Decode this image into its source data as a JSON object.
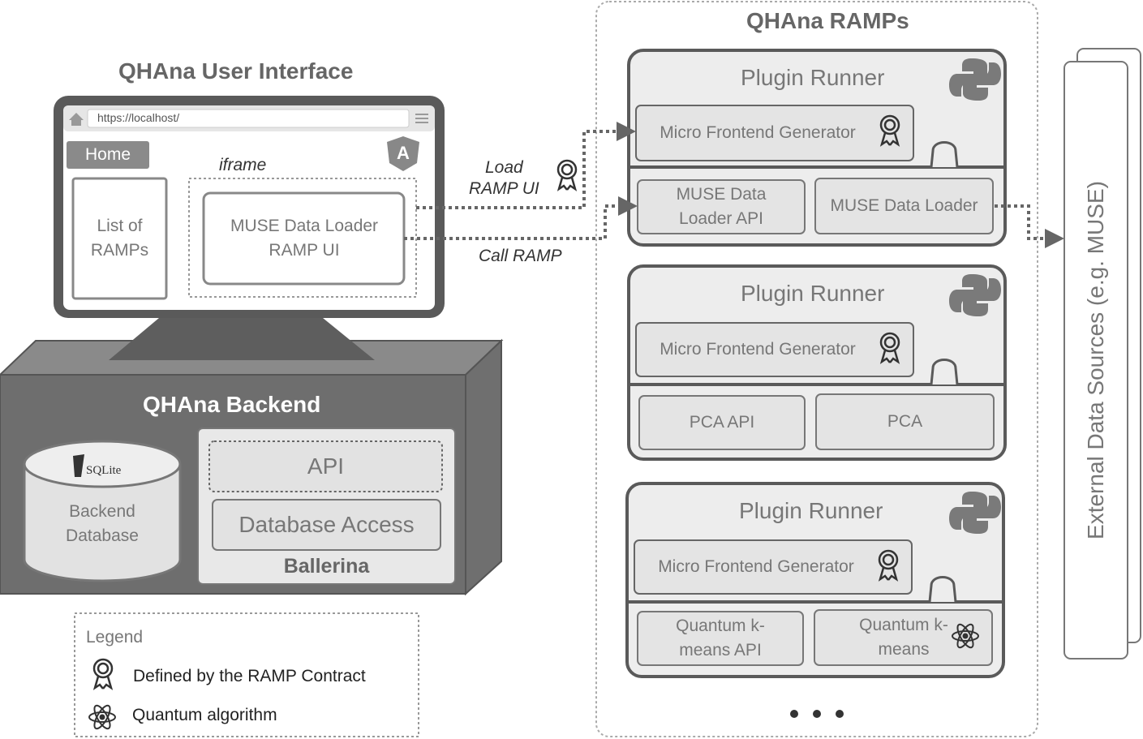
{
  "ui": {
    "title": "QHAna User Interface",
    "url": "https://localhost/",
    "home": "Home",
    "list_ramps": "List of RAMPs",
    "iframe": "iframe",
    "ramp_ui": "MUSE Data Loader RAMP UI",
    "angular_letter": "A"
  },
  "backend": {
    "title": "QHAna Backend",
    "sqlite": "SQLite",
    "database": "Backend Database",
    "api": "API",
    "db_access": "Database Access",
    "ballerina": "Ballerina"
  },
  "arrows": {
    "load": "Load",
    "ramp_ui": "RAMP UI",
    "call": "Call RAMP"
  },
  "ramps": {
    "title": "QHAna RAMPs",
    "runners": [
      {
        "title": "Plugin Runner",
        "generator": "Micro Frontend Generator",
        "api": "MUSE Data Loader API",
        "impl": "MUSE Data Loader"
      },
      {
        "title": "Plugin Runner",
        "generator": "Micro Frontend Generator",
        "api": "PCA API",
        "impl": "PCA"
      },
      {
        "title": "Plugin Runner",
        "generator": "Micro Frontend Generator",
        "api": "Quantum k-means API",
        "impl": "Quantum k-means"
      }
    ]
  },
  "external": "External Data Sources (e.g. MUSE)",
  "legend": {
    "title": "Legend",
    "contract": "Defined by the RAMP Contract",
    "quantum": "Quantum algorithm"
  }
}
